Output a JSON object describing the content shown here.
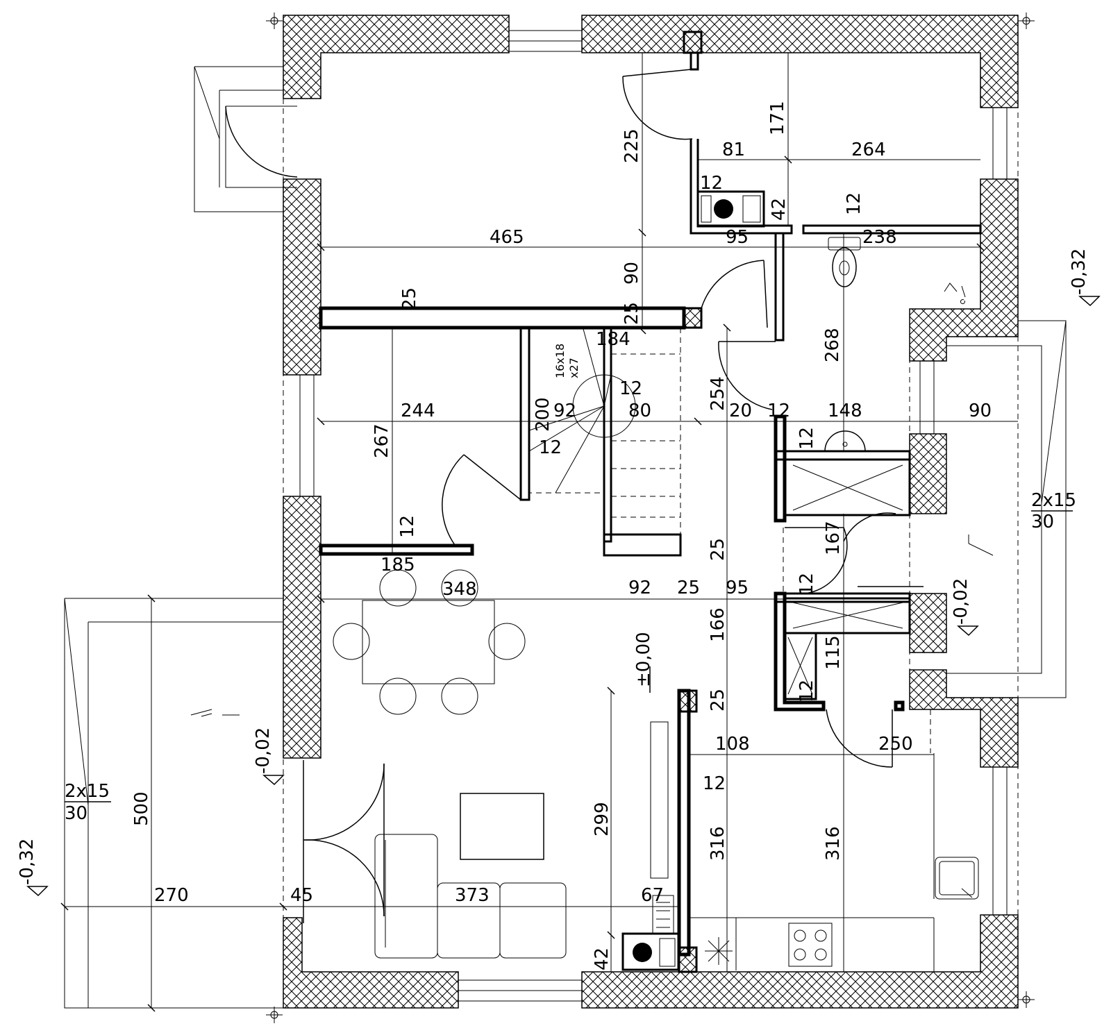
{
  "dimensions": {
    "d465": "465",
    "d225": "225",
    "d171": "171",
    "d81": "81",
    "d264": "264",
    "d12a": "12",
    "d42a": "42",
    "d12b": "12",
    "d95a": "95",
    "d238": "238",
    "d90a": "90",
    "d25a": "25",
    "d25b": "25",
    "d184": "184",
    "d268": "268",
    "d254": "254",
    "d244": "244",
    "d267": "267",
    "d200": "200",
    "d92a": "92",
    "d80": "80",
    "d12c": "12",
    "d20": "20",
    "d12d": "12",
    "d148": "148",
    "d90b": "90",
    "d12e": "12",
    "d12f": "12",
    "d12g": "12",
    "d167": "167",
    "d25c": "25",
    "d185": "185",
    "d348": "348",
    "d92b": "92",
    "d25d": "25",
    "d95b": "95",
    "d12h": "12",
    "d166": "166",
    "d115": "115",
    "d12i": "12",
    "d25e": "25",
    "d108": "108",
    "d250": "250",
    "d12j": "12",
    "d299": "299",
    "d316a": "316",
    "d316b": "316",
    "d500": "500",
    "d270": "270",
    "d45": "45",
    "d373": "373",
    "d67": "67",
    "d42b": "42"
  },
  "stairs": {
    "spec_top": "16x18",
    "spec_bottom": "x27"
  },
  "levels": {
    "floor": "±0,00",
    "step_left": "-0,02",
    "step_right": "-0,02",
    "terrace_left": "-0,32",
    "terrace_right": "-0,32"
  },
  "slopes": {
    "left_top": "2x15",
    "left_bottom": "30",
    "right_top": "2x15",
    "right_bottom": "30"
  }
}
